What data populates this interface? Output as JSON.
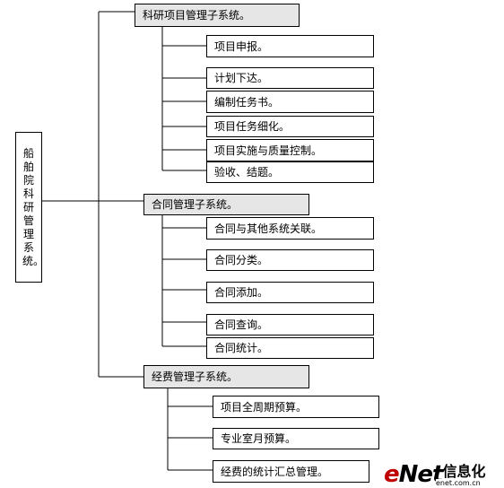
{
  "root": {
    "label": "船舶院科研管理系统。"
  },
  "subsystems": [
    {
      "label": "科研项目管理子系统。",
      "items": [
        "项目申报。",
        "计划下达。",
        "编制任务书。",
        "项目任务细化。",
        "项目实施与质量控制。",
        "验收、结题。"
      ]
    },
    {
      "label": "合同管理子系统。",
      "items": [
        "合同与其他系统关联。",
        "合同分类。",
        "合同添加。",
        "合同查询。",
        "合同统计。"
      ]
    },
    {
      "label": "经费管理子系统。",
      "items": [
        "项目全周期预算。",
        "专业室月预算。",
        "经费的统计汇总管理。"
      ]
    }
  ],
  "watermark": {
    "brand_e": "e",
    "brand_rest": "Net",
    "brand_cn": "信息化",
    "url": "enet.com.cn"
  }
}
